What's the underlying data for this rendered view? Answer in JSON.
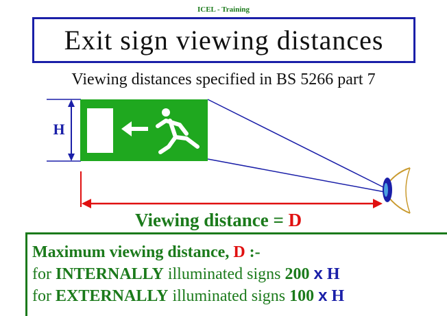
{
  "header": {
    "label": "ICEL - Training"
  },
  "title": "Exit sign viewing distances",
  "subtitle": "Viewing distances specified in BS 5266 part 7",
  "diagram": {
    "height_label": "H",
    "caption_prefix": "Viewing distance = ",
    "caption_symbol": "D",
    "colors": {
      "sign_green": "#1fa81f",
      "line_blue": "#1a1fa8",
      "arrow_red": "#e01010",
      "text_green": "#1b7a1b"
    }
  },
  "info": {
    "heading_text": "Maximum viewing distance, ",
    "heading_symbol": "D",
    "heading_suffix": " :-",
    "internal": {
      "prefix": "for ",
      "keyword": "INTERNALLY",
      "middle": " illuminated signs ",
      "factor": "200 ",
      "times": "x",
      "symbol": "H"
    },
    "external": {
      "prefix": "for ",
      "keyword": "EXTERNALLY",
      "middle": " illuminated signs ",
      "factor": "100 ",
      "times": "x",
      "symbol": "H"
    }
  }
}
